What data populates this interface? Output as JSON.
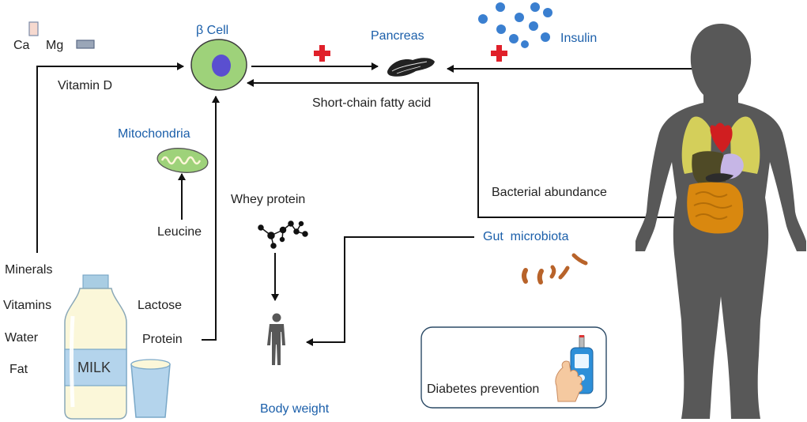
{
  "labels": {
    "ca": "Ca",
    "mg": "Mg",
    "vitamin_d": "Vitamin D",
    "beta_cell": "β Cell",
    "pancreas": "Pancreas",
    "insulin": "Insulin",
    "short_chain": "Short-chain fatty acid",
    "mitochondria": "Mitochondria",
    "leucine": "Leucine",
    "whey_protein": "Whey protein",
    "bacterial_abundance": "Bacterial abundance",
    "gut_microbiota": "Gut  microbiota",
    "minerals": "Minerals",
    "vitamins": "Vitamins",
    "water": "Water",
    "fat": "Fat",
    "lactose": "Lactose",
    "protein": "Protein",
    "milk": "MILK",
    "body_weight": "Body weight",
    "diabetes_prevention": "Diabetes prevention"
  },
  "colors": {
    "blue_text": "#1b5faa",
    "arrow": "#111111",
    "cross": "#e0202a",
    "insulin_dot": "#3a7fd0",
    "cell_fill": "#9ed27a",
    "nucleus": "#5a4fd0",
    "body": "#585858"
  }
}
